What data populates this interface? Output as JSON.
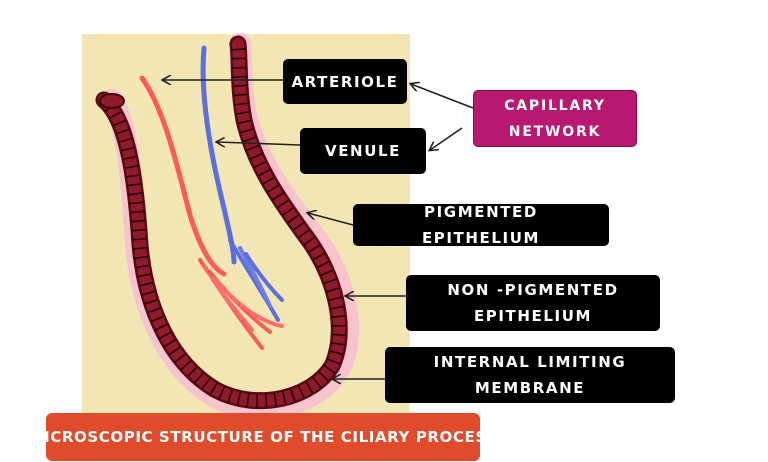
{
  "labels": {
    "arteriole": "ARTERIOLE",
    "venule": "VENULE",
    "capillary_network": "CAPILLARY NETWORK",
    "pigmented_epithelium": "PIGMENTED EPITHELIUM",
    "non_pigmented_epithelium": "NON -PIGMENTED EPITHELIUM",
    "internal_limiting_membrane": "INTERNAL LIMITING MEMBRANE"
  },
  "title": "MICROSCOPIC STRUCTURE OF THE CILIARY PROCESS",
  "colors": {
    "panel_background": "#f3e6b5",
    "label_background": "#000000",
    "capillary_label_background": "#b8186f",
    "title_background": "#e04b2b",
    "pigmented_epithelium": "#7a1020",
    "arteriole": "#ff5a5a",
    "venule": "#5b6fe0",
    "limiting_membrane": "#3d58d6",
    "stroma": "#f6c3cf"
  },
  "icons": [
    "arrow-icon"
  ]
}
